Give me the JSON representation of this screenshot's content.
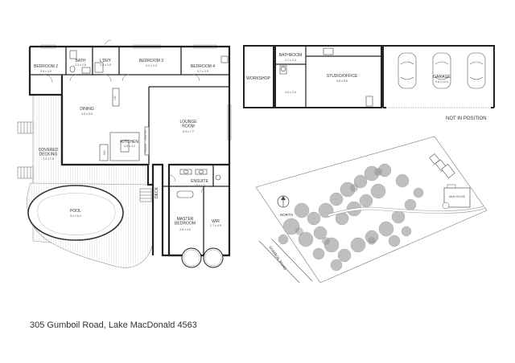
{
  "address": "305 Gumboil Road, Lake MacDonald 4563",
  "rooms": {
    "bedroom2": {
      "name": "BEDROOM 2",
      "dims": "3.9 x 3.9"
    },
    "bath": {
      "name": "BATH",
      "dims": "2.3 x 2.8"
    },
    "laundry": {
      "name": "L'DRY",
      "dims": "2.4 x 2.5"
    },
    "bedroom3": {
      "name": "BEDROOM 3",
      "dims": "5.2 x 2.9"
    },
    "bedroom4": {
      "name": "BEDROOM 4",
      "dims": "3.7 x 3.9"
    },
    "dining": {
      "name": "DINING",
      "dims": "4.9 x 5.6"
    },
    "kitchen": {
      "name": "KITCHEN",
      "dims": "4.5 x 3.2"
    },
    "lounge": {
      "name": "LOUNGE\nROOM",
      "dims": "8.9 x 7.7"
    },
    "covered_decking": {
      "name": "COVERED\nDECKING",
      "dims": "7.2 x 7.8"
    },
    "pool": {
      "name": "POOL",
      "dims": "9.4 x 6.4"
    },
    "ensuite": {
      "name": "ENSUITE",
      "dims": "2.8 x 1.5"
    },
    "master": {
      "name": "MASTER\nBEDROOM",
      "dims": "3.8 x 4.5"
    },
    "wir": {
      "name": "WIR",
      "dims": "2.7 x 4.5"
    },
    "deck": {
      "name": "DECK",
      "dims": ""
    },
    "workshop": {
      "name": "WORKSHOP",
      "dims": ""
    },
    "bathroom": {
      "name": "BATHROOM",
      "dims": "2.7 x 3.3"
    },
    "studio_room": {
      "name": "",
      "dims": "3.0 x 3.5"
    },
    "studio": {
      "name": "STUDIO/OFFICE",
      "dims": "6.8 x 5.8"
    },
    "garage": {
      "name": "GARAGE",
      "dims": "9.8 x 10.4"
    }
  },
  "fixture_labels": {
    "wm": "WM",
    "pantry": "PANTRY",
    "fridge": "FRIDGE",
    "linen": "LIN"
  },
  "not_in_position": "NOT IN POSITION",
  "site": {
    "north": "NORTH",
    "road": "GUMBOIL ROAD",
    "main_house": "MAIN HOUSE"
  }
}
